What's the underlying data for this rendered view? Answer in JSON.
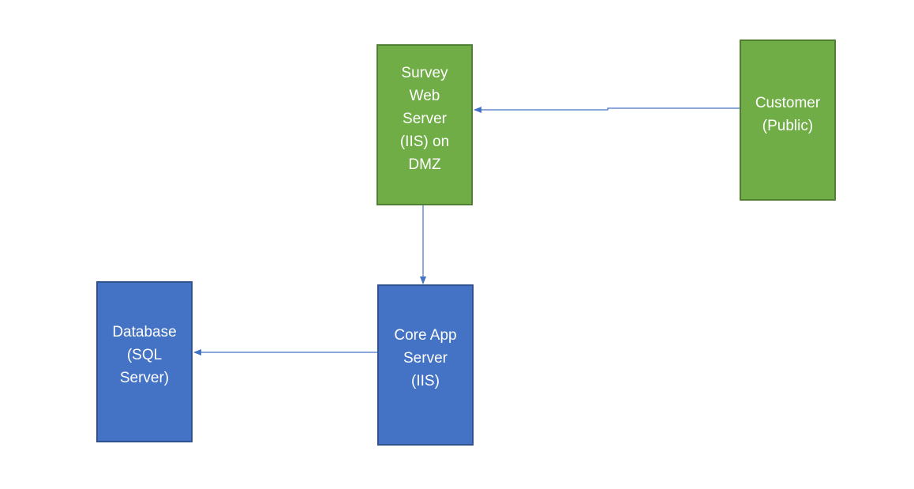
{
  "colors": {
    "green_fill": "#70AD47",
    "green_border": "#507E32",
    "blue_fill": "#4472C4",
    "blue_border": "#2F528F",
    "connector": "#4472C4"
  },
  "nodes": {
    "survey_web_server": {
      "label": "Survey\nWeb\nServer\n(IIS) on\nDMZ"
    },
    "customer": {
      "label": "Customer\n(Public)"
    },
    "core_app_server": {
      "label": "Core App\nServer\n(IIS)"
    },
    "database": {
      "label": "Database\n(SQL\nServer)"
    }
  },
  "edges": [
    {
      "from": "customer",
      "to": "survey_web_server"
    },
    {
      "from": "survey_web_server",
      "to": "core_app_server"
    },
    {
      "from": "core_app_server",
      "to": "database"
    }
  ]
}
